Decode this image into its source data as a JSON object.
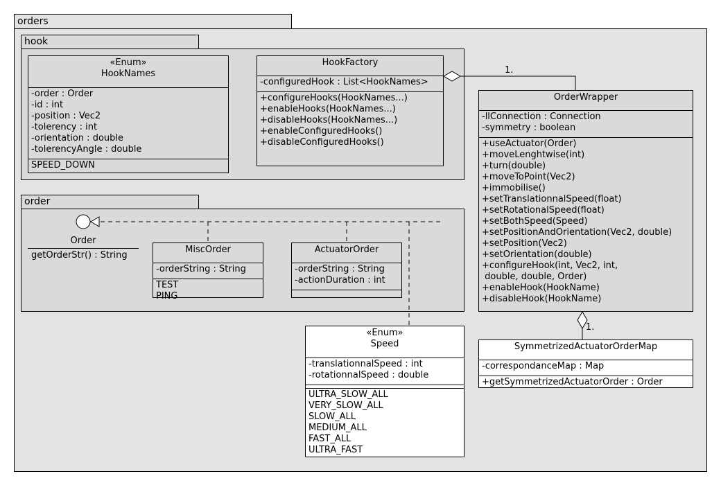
{
  "packages": {
    "orders": {
      "name": "orders"
    },
    "hook": {
      "name": "hook"
    },
    "order": {
      "name": "order"
    }
  },
  "classes": {
    "hook_names": {
      "stereotype": "«Enum»",
      "name": "HookNames",
      "attributes": [
        "-order : Order",
        "-id : int",
        "-position : Vec2",
        "-tolerency : int",
        "-orientation : double",
        "-tolerencyAngle : double"
      ],
      "literals": [
        "SPEED_DOWN"
      ]
    },
    "hook_factory": {
      "name": "HookFactory",
      "attributes": [
        "-configuredHook : List<HookNames>"
      ],
      "operations": [
        "+configureHooks(HookNames...)",
        "+enableHooks(HookNames...)",
        "+disableHooks(HookNames...)",
        "+enableConfiguredHooks()",
        "+disableConfiguredHooks()"
      ]
    },
    "order_wrapper": {
      "name": "OrderWrapper",
      "attributes": [
        "-llConnection : Connection",
        "-symmetry : boolean"
      ],
      "operations": [
        "+useActuator(Order)",
        "+moveLenghtwise(int)",
        "+turn(double)",
        "+moveToPoint(Vec2)",
        "+immobilise()",
        "+setTranslationnalSpeed(float)",
        "+setRotationalSpeed(float)",
        "+setBothSpeed(Speed)",
        "+setPositionAndOrientation(Vec2, double)",
        "+setPosition(Vec2)",
        "+setOrientation(double)",
        "+configureHook(int, Vec2, int,",
        " double, double, Order)",
        "+enableHook(HookName)",
        "+disableHook(HookName)"
      ]
    },
    "order_interface": {
      "name": "Order",
      "operations": [
        "getOrderStr() : String"
      ]
    },
    "misc_order": {
      "name": "MiscOrder",
      "attributes": [
        "-orderString : String"
      ],
      "literals": [
        "TEST",
        "PING"
      ]
    },
    "actuator_order": {
      "name": "ActuatorOrder",
      "attributes": [
        "-orderString : String",
        "-actionDuration : int"
      ]
    },
    "speed": {
      "stereotype": "«Enum»",
      "name": "Speed",
      "attributes": [
        "-translationnalSpeed : int",
        "-rotationnalSpeed : double"
      ],
      "literals": [
        "ULTRA_SLOW_ALL",
        "VERY_SLOW_ALL",
        "SLOW_ALL",
        "MEDIUM_ALL",
        "FAST_ALL",
        "ULTRA_FAST"
      ]
    },
    "symmetrized_map": {
      "name": "SymmetrizedActuatorOrderMap",
      "attributes": [
        "-correspondanceMap : Map"
      ],
      "operations": [
        "+getSymmetrizedActuatorOrder : Order"
      ]
    }
  },
  "associations": {
    "factory_wrapper": {
      "multiplicity": "1."
    },
    "wrapper_map": {
      "multiplicity": "1."
    }
  }
}
